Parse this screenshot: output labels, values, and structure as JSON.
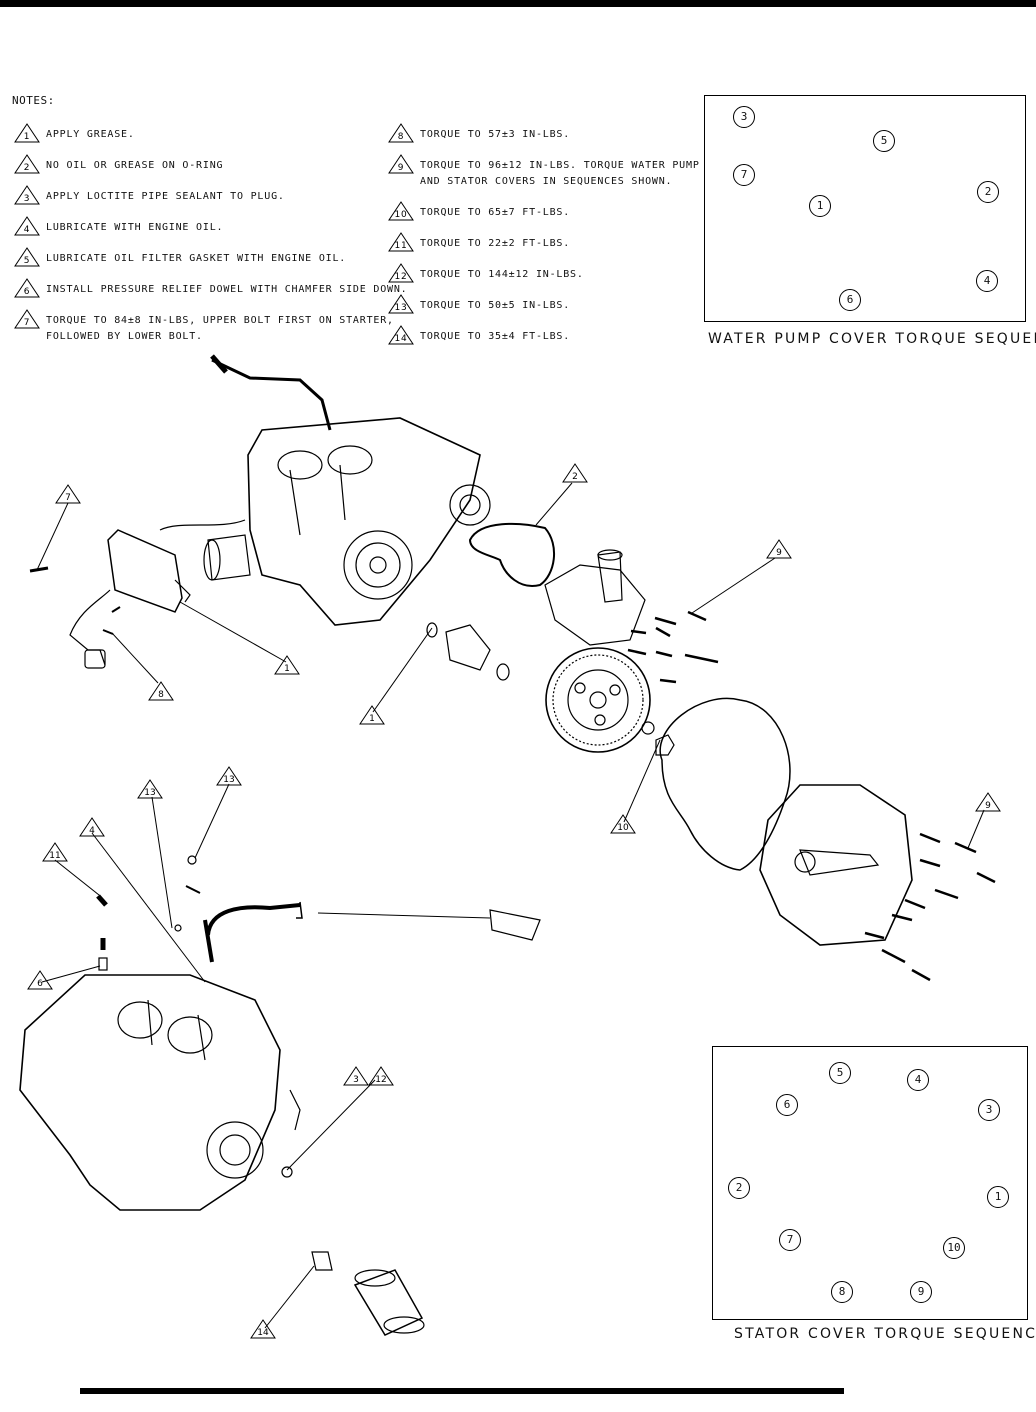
{
  "notes_title": "NOTES:",
  "notes_left": [
    {
      "num": "1",
      "text": "APPLY GREASE."
    },
    {
      "num": "2",
      "text": "NO OIL OR GREASE ON O-RING"
    },
    {
      "num": "3",
      "text": "APPLY LOCTITE PIPE SEALANT TO PLUG."
    },
    {
      "num": "4",
      "text": "LUBRICATE WITH ENGINE OIL."
    },
    {
      "num": "5",
      "text": "LUBRICATE OIL FILTER GASKET WITH ENGINE OIL."
    },
    {
      "num": "6",
      "text": "INSTALL PRESSURE RELIEF DOWEL WITH CHAMFER SIDE DOWN."
    },
    {
      "num": "7",
      "text": "TORQUE TO 84±8 IN-LBS, UPPER BOLT FIRST ON STARTER,\nFOLLOWED BY LOWER BOLT."
    }
  ],
  "notes_right": [
    {
      "num": "8",
      "text": "TORQUE TO 57±3 IN-LBS."
    },
    {
      "num": "9",
      "text": "TORQUE TO 96±12 IN-LBS.  TORQUE WATER PUMP\nAND STATOR COVERS IN SEQUENCES SHOWN."
    },
    {
      "num": "10",
      "text": "TORQUE TO 65±7 FT-LBS."
    },
    {
      "num": "11",
      "text": "TORQUE TO 22±2 FT-LBS."
    },
    {
      "num": "12",
      "text": "TORQUE TO 144±12 IN-LBS."
    },
    {
      "num": "13",
      "text": "TORQUE TO 50±5 IN-LBS."
    },
    {
      "num": "14",
      "text": "TORQUE TO 35±4 FT-LBS."
    }
  ],
  "water_pump": {
    "title": "WATER PUMP COVER TORQUE SEQUENCE",
    "sequence": [
      "3",
      "5",
      "7",
      "2",
      "1",
      "4",
      "6"
    ]
  },
  "stator": {
    "title": "STATOR COVER TORQUE SEQUENCE",
    "sequence": [
      "5",
      "4",
      "6",
      "3",
      "2",
      "1",
      "7",
      "10",
      "8",
      "9"
    ]
  },
  "callouts": [
    "7",
    "2",
    "9",
    "1",
    "8",
    "1",
    "13",
    "13",
    "4",
    "11",
    "6",
    "10",
    "9",
    "3",
    "12",
    "14"
  ]
}
